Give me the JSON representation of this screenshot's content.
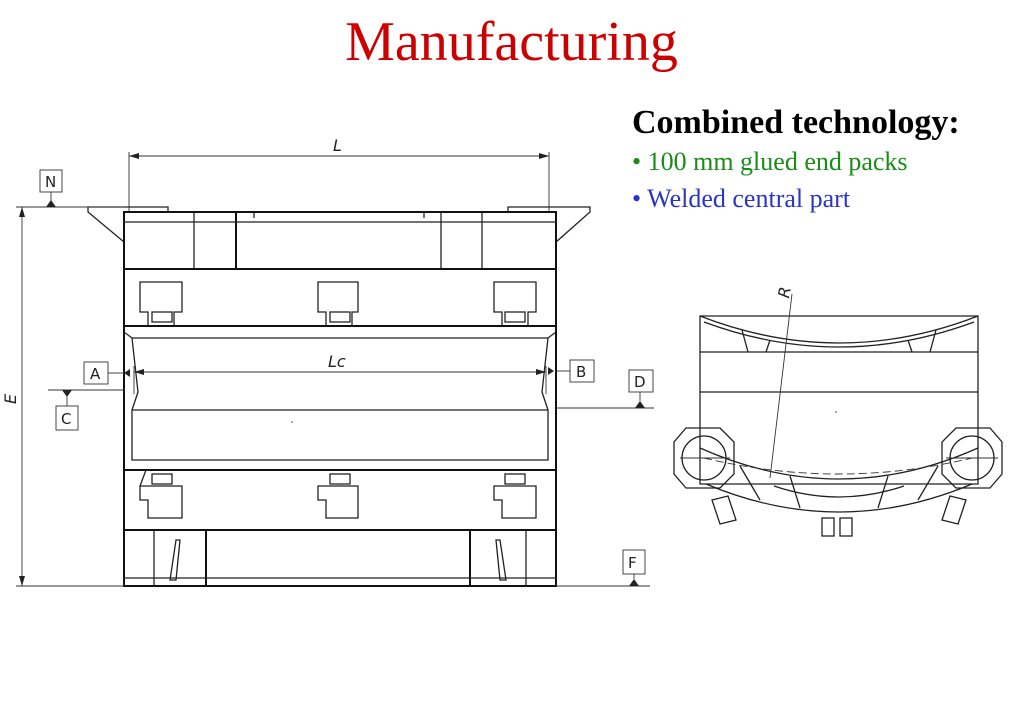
{
  "title": "Manufacturing",
  "heading": "Combined technology:",
  "bullets": [
    "• 100 mm glued end packs",
    "• Welded central part"
  ],
  "colors": {
    "title": "#cc0000",
    "bullet_1": "#1a8c1a",
    "bullet_2": "#2a35c8"
  },
  "drawing": {
    "dimension_labels": {
      "length": "L",
      "central_length": "Lc",
      "height": "E",
      "radius": "R"
    },
    "reference_labels": {
      "n": "N",
      "a": "A",
      "b": "B",
      "c": "C",
      "d": "D",
      "f": "F"
    }
  }
}
